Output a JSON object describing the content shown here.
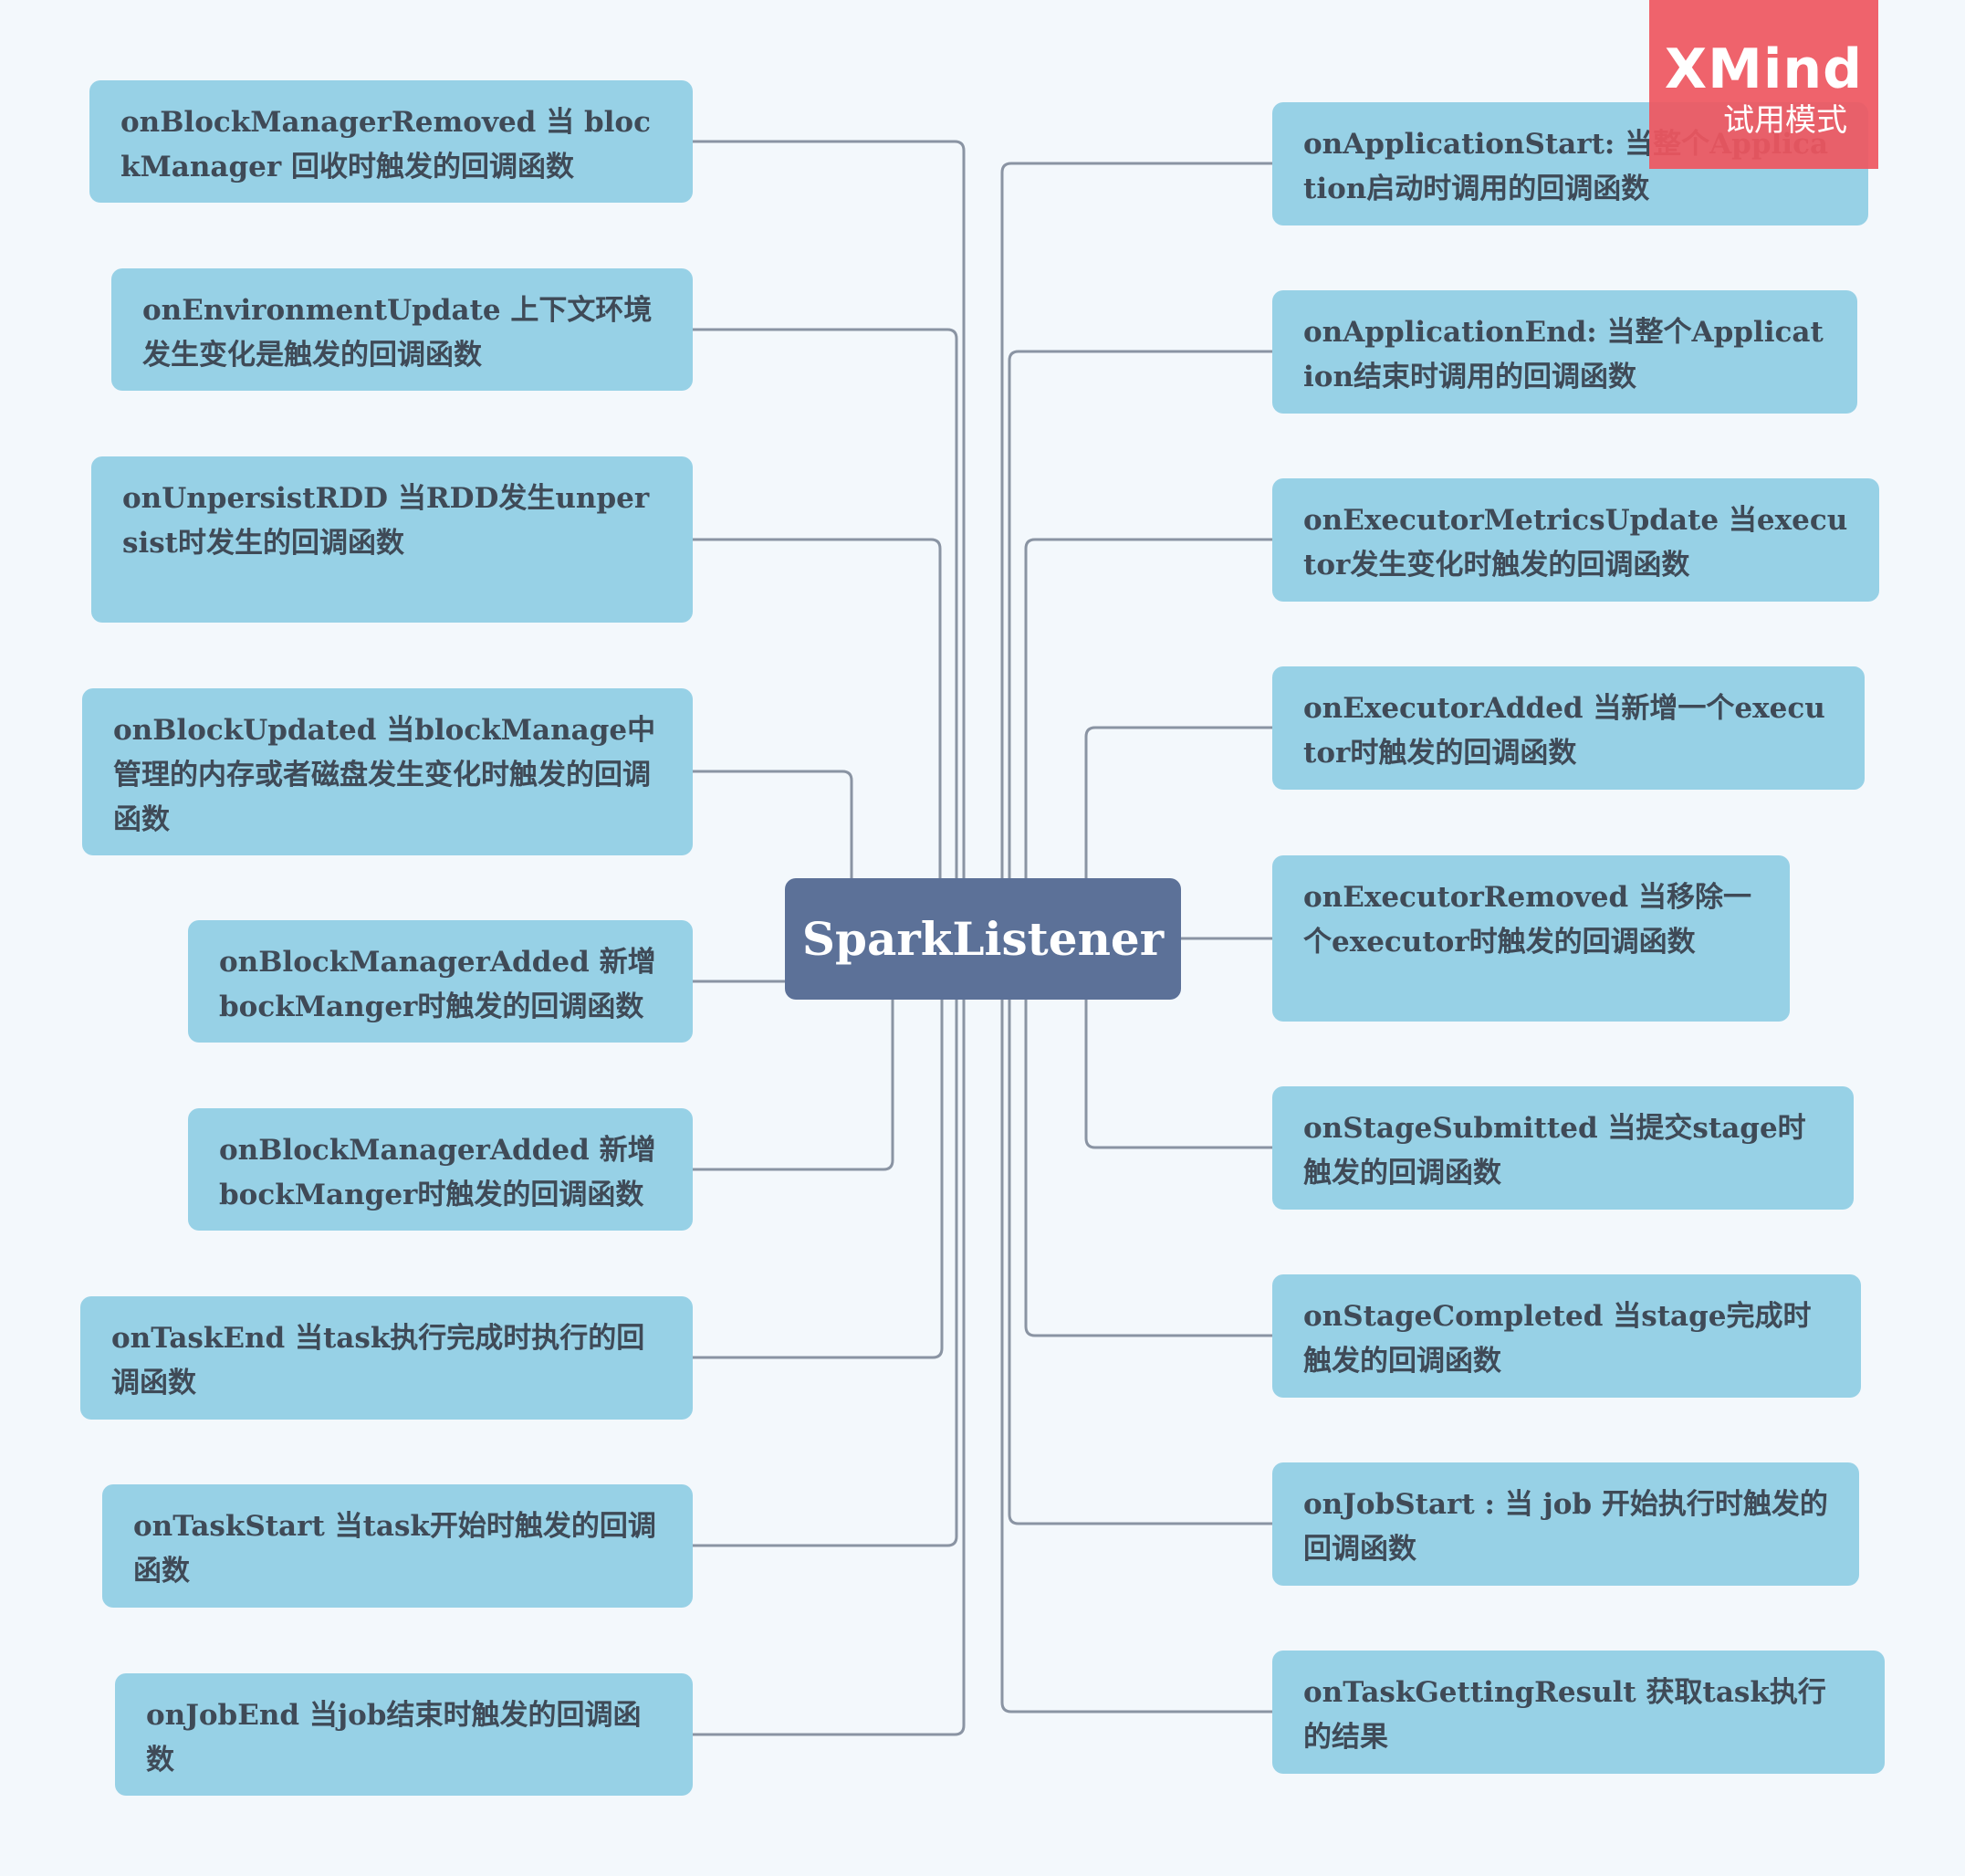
{
  "root": {
    "label": "SparkListener"
  },
  "left_nodes": [
    {
      "label": "onBlockManagerRemoved 当 blockManager 回收时触发的回调函数"
    },
    {
      "label": "onEnvironmentUpdate 上下文环境发生变化是触发的回调函数"
    },
    {
      "label": "onUnpersistRDD 当RDD发生unpersist时发生的回调函数"
    },
    {
      "label": "onBlockUpdated 当blockManage中管理的内存或者磁盘发生变化时触发的回调函数"
    },
    {
      "label": "onBlockManagerAdded 新增 bockManger时触发的回调函数"
    },
    {
      "label": "onBlockManagerAdded 新增 bockManger时触发的回调函数"
    },
    {
      "label": "onTaskEnd 当task执行完成时执行的回调函数"
    },
    {
      "label": "onTaskStart 当task开始时触发的回调函数"
    },
    {
      "label": "onJobEnd 当job结束时触发的回调函数"
    }
  ],
  "right_nodes": [
    {
      "label": "onApplicationStart: 当整个Application启动时调用的回调函数"
    },
    {
      "label": "onApplicationEnd: 当整个Application结束时调用的回调函数"
    },
    {
      "label": "onExecutorMetricsUpdate 当executor发生变化时触发的回调函数"
    },
    {
      "label": "onExecutorAdded 当新增一个executor时触发的回调函数"
    },
    {
      "label": "onExecutorRemoved 当移除一个executor时触发的回调函数"
    },
    {
      "label": "onStageSubmitted 当提交stage时触发的回调函数"
    },
    {
      "label": "onStageCompleted 当stage完成时触发的回调函数"
    },
    {
      "label": "onJobStart : 当 job 开始执行时触发的回调函数"
    },
    {
      "label": "onTaskGettingResult 获取task执行的结果"
    }
  ],
  "watermark": {
    "logo": "XMind",
    "mode": "试用模式"
  },
  "colors": {
    "background": "#f3f8fc",
    "node_fill": "#97d1e6",
    "root_fill": "#5c7198",
    "connector": "#8a94a3",
    "watermark": "#ef5660"
  }
}
